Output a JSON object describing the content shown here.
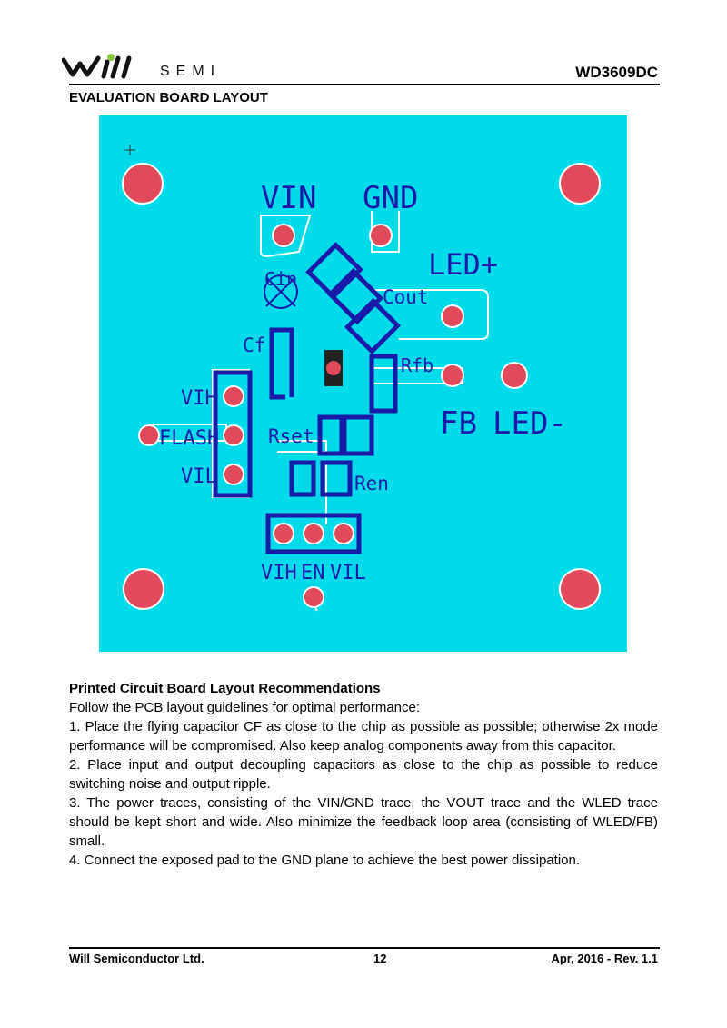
{
  "header": {
    "logo_text": "SEMI",
    "part_number": "WD3609DC",
    "section_title": "EVALUATION BOARD LAYOUT"
  },
  "pcb_labels": {
    "vin": "VIN",
    "gnd": "GND",
    "led_plus": "LED+",
    "cin": "Cin",
    "cout": "Cout",
    "cf": "Cf",
    "rfb": "Rfb",
    "fb": "FB",
    "led_minus": "LED-",
    "vih": "VIH",
    "flash": "FLASH",
    "vil": "VIL",
    "rset": "Rset",
    "ren": "Ren",
    "bottom_vih": "VIH",
    "bottom_en": "EN",
    "bottom_vil": "VIL"
  },
  "colors": {
    "board": "#00dbe9",
    "pad": "#e04a5a",
    "silkscreen": "#1a1aa8",
    "copper_outline": "#ffffff",
    "chip": "#222222"
  },
  "recommendations": {
    "title": "Printed Circuit Board Layout Recommendations",
    "intro": "Follow the PCB layout guidelines for optimal performance:",
    "items": [
      "1. Place the flying capacitor CF as close to the chip as possible as possible; otherwise 2x mode performance will be compromised. Also keep analog components away from this capacitor.",
      "2. Place input and output decoupling capacitors as close to the chip as possible to reduce switching noise and output ripple.",
      "3. The power traces, consisting of the VIN/GND trace, the VOUT trace and the WLED trace should be kept short and wide. Also minimize the feedback loop area (consisting of WLED/FB) small.",
      "4. Connect the exposed pad to the GND plane to achieve the best power dissipation."
    ]
  },
  "footer": {
    "company": "Will Semiconductor Ltd.",
    "page": "12",
    "date_rev": "Apr, 2016 - Rev. 1.1"
  }
}
